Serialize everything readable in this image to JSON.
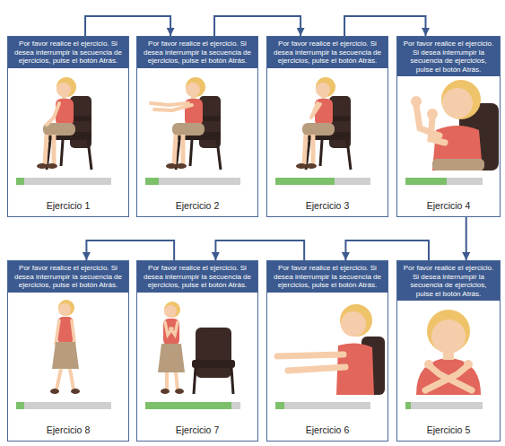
{
  "diagram": {
    "nodes": [
      {
        "text": [
          "Por favor realice el ejercicio. Si desea interrumpir la secuencia de ejercicios, pulse el botón Atrás.",
          "Ejercicio 1"
        ]
      },
      {
        "text": [
          "Por favor realice el ejercicio. Si desea interrumpir la secuencia de ejercicios, pulse el botón Atrás.",
          "Ejercicio 2"
        ]
      },
      {
        "text": [
          "Por favor realice el ejercicio. Si desea interrumpir la secuencia de ejercicios, pulse el botón Atrás.",
          "Ejercicio 3"
        ]
      },
      {
        "text": [
          "Por favor realice el ejercicio. Si desea interrumpir la secuencia de ejercicios, pulse el botón Atrás.",
          "Ejercicio 4"
        ]
      },
      {
        "text": [
          "Por favor realice el ejercicio. Si desea interrumpir la secuencia de ejercicios, pulse el botón Atrás.",
          "Ejercicio 5"
        ]
      },
      {
        "text": [
          "Por favor realice el ejercicio. Si desea interrumpir la secuencia de ejercicios, pulse el botón Atrás.",
          "Ejercicio 6"
        ]
      },
      {
        "text": [
          "Por favor realice el ejercicio. Si desea interrumpir la secuencia de ejercicios, pulse el botón Atrás.",
          "Ejercicio 7"
        ]
      },
      {
        "text": [
          "Por favor realice el ejercicio. Si desea interrumpir la secuencia de ejercicios, pulse el botón Atrás.",
          "Ejercicio 8"
        ]
      }
    ],
    "edges": [
      {
        "from": 0,
        "to": 1,
        "arrow": "to"
      },
      {
        "from": 1,
        "to": 2,
        "arrow": "to"
      },
      {
        "from": 2,
        "to": 3,
        "arrow": "to"
      },
      {
        "from": 3,
        "to": 4,
        "arrow": "to"
      },
      {
        "from": 4,
        "to": 5,
        "arrow": "to"
      },
      {
        "from": 5,
        "to": 6,
        "arrow": "to"
      },
      {
        "from": 6,
        "to": 7,
        "arrow": "to"
      }
    ]
  }
}
